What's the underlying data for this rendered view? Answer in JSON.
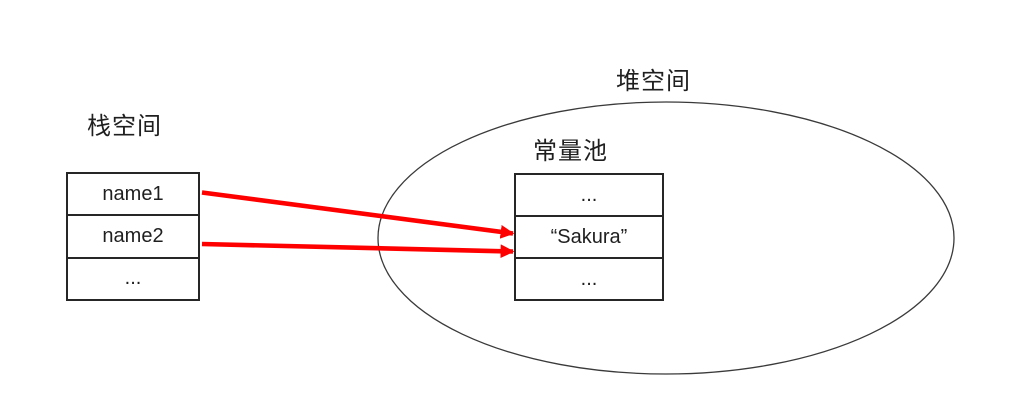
{
  "labels": {
    "stack_space": "栈空间",
    "heap_space": "堆空间",
    "constant_pool": "常量池"
  },
  "stack_table": {
    "rows": [
      "name1",
      "name2",
      "..."
    ]
  },
  "constant_pool_table": {
    "rows": [
      "...",
      "“Sakura”",
      "..."
    ]
  },
  "pointers": [
    {
      "from": "name1",
      "to": "“Sakura”"
    },
    {
      "from": "name2",
      "to": "“Sakura”"
    }
  ],
  "colors": {
    "arrow": "#ff0000",
    "table_border": "#262626",
    "ellipse_stroke": "#3a3a3a",
    "text": "#1f1f1f",
    "background": "#ffffff"
  }
}
